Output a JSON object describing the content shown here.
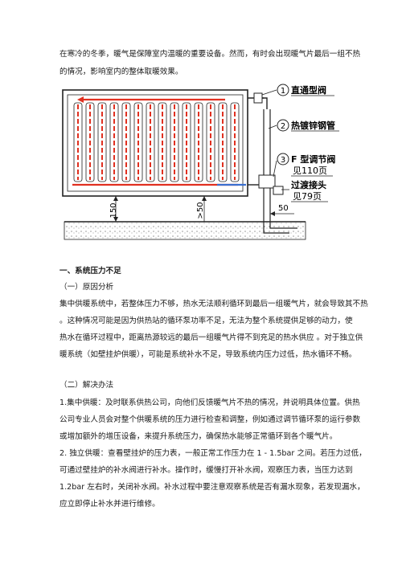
{
  "intro": {
    "line1": "在寒冷的冬季，暖气是保障室内温暖的重要设备。然而，有时会出现暖气片最后一组不热",
    "line2": "的情况，影响室内的整体取暖效果。"
  },
  "diagram": {
    "callouts": [
      {
        "num": "1",
        "text": "直通型阀"
      },
      {
        "num": "2",
        "text": "热镀锌钢管"
      },
      {
        "num": "3",
        "text": "F 型调节阀"
      }
    ],
    "ref1": "见110页",
    "transition": "过渡接头",
    "ref2": "见79页",
    "dim_150": "150",
    "dim_50v": ">50",
    "dim_50h": "50"
  },
  "section1": {
    "heading": "一、系统压力不足",
    "sub": "（一）原因分析",
    "lines": [
      "集中供暖系统中，若整体压力不够，热水无法顺利循环到最后一组暖气片，就会导致其不热",
      "。这种情况可能是因为供热站的循环泵功率不足，无法为整个系统提供足够的动力，使",
      "热水在循环过程中，距离热源较远的最后一组暖气片得不到充足的热水供应 。对于独立供",
      "暖系统（如壁挂炉供暖），可能是系统补水不足，导致系统内压力过低，热水循环不畅。"
    ]
  },
  "section2": {
    "sub": "（二）解决办法",
    "lines": [
      "1.集中供暖：及时联系供热公司，向他们反馈暖气片不热的情况，并说明具体位置。供热",
      "公司专业人员会对整个供暖系统的压力进行检查和调整，例如通过调节循环泵的运行参数",
      "或增加额外的增压设备，来提升系统压力，确保热水能够正常循环到各个暖气片。",
      "2. 独立供暖：查看壁挂炉的压力表，一般正常工作压力在 1 - 1.5bar 之间。若压力过低，",
      "可通过壁挂炉的补水阀进行补水。操作时，缓慢打开补水阀，观察压力表，当压力达到",
      "1.2bar 左右时，关闭补水阀。补水过程中要注意观察系统是否有漏水现象，若发现漏水，",
      "应立即停止补水并进行维修。"
    ]
  },
  "colors": {
    "text": "#1a1a1a",
    "hot_pipe": "#e03020",
    "cold_pipe": "#3a6fd0",
    "line": "#222222"
  }
}
